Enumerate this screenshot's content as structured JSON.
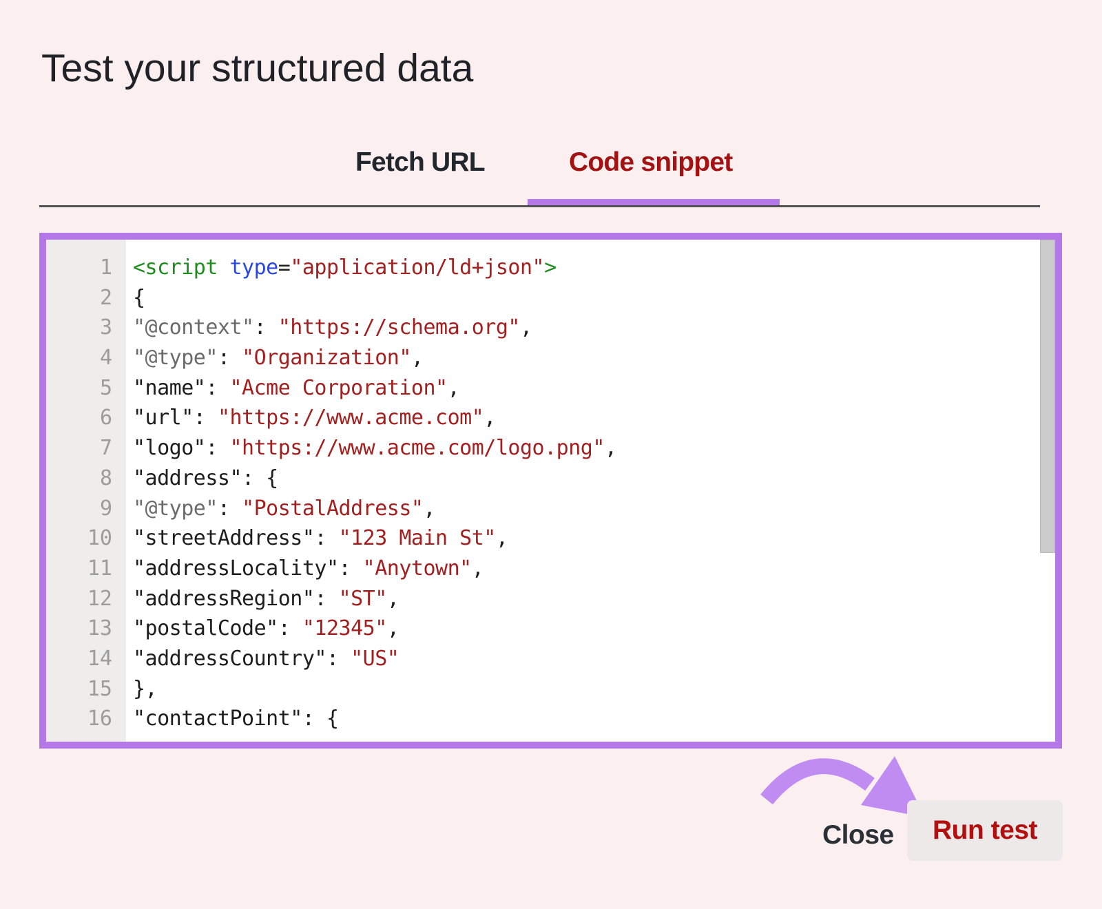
{
  "page": {
    "title": "Test your structured data"
  },
  "tabs": [
    {
      "label": "Fetch URL",
      "active": false
    },
    {
      "label": "Code snippet",
      "active": true
    }
  ],
  "editor": {
    "token_colors": {
      "tag": "#1e8b1e",
      "attr": "#2946e0",
      "str": "#a32020",
      "key": "#1d1d1d",
      "akey": "#6b6b6b",
      "plain": "#1d1d1d"
    },
    "lines": [
      {
        "num": 1,
        "tokens": [
          [
            "tag",
            "<script "
          ],
          [
            "attr",
            "type"
          ],
          [
            "plain",
            "="
          ],
          [
            "str",
            "\"application/ld+json\""
          ],
          [
            "tag",
            ">"
          ]
        ]
      },
      {
        "num": 2,
        "tokens": [
          [
            "plain",
            "{"
          ]
        ]
      },
      {
        "num": 3,
        "tokens": [
          [
            "akey",
            "\"@context\""
          ],
          [
            "plain",
            ": "
          ],
          [
            "str",
            "\"https://schema.org\""
          ],
          [
            "plain",
            ","
          ]
        ]
      },
      {
        "num": 4,
        "tokens": [
          [
            "akey",
            "\"@type\""
          ],
          [
            "plain",
            ": "
          ],
          [
            "str",
            "\"Organization\""
          ],
          [
            "plain",
            ","
          ]
        ]
      },
      {
        "num": 5,
        "tokens": [
          [
            "key",
            "\"name\""
          ],
          [
            "plain",
            ": "
          ],
          [
            "str",
            "\"Acme Corporation\""
          ],
          [
            "plain",
            ","
          ]
        ]
      },
      {
        "num": 6,
        "tokens": [
          [
            "key",
            "\"url\""
          ],
          [
            "plain",
            ": "
          ],
          [
            "str",
            "\"https://www.acme.com\""
          ],
          [
            "plain",
            ","
          ]
        ]
      },
      {
        "num": 7,
        "tokens": [
          [
            "key",
            "\"logo\""
          ],
          [
            "plain",
            ": "
          ],
          [
            "str",
            "\"https://www.acme.com/logo.png\""
          ],
          [
            "plain",
            ","
          ]
        ]
      },
      {
        "num": 8,
        "tokens": [
          [
            "key",
            "\"address\""
          ],
          [
            "plain",
            ": {"
          ]
        ]
      },
      {
        "num": 9,
        "tokens": [
          [
            "akey",
            "\"@type\""
          ],
          [
            "plain",
            ": "
          ],
          [
            "str",
            "\"PostalAddress\""
          ],
          [
            "plain",
            ","
          ]
        ]
      },
      {
        "num": 10,
        "tokens": [
          [
            "key",
            "\"streetAddress\""
          ],
          [
            "plain",
            ": "
          ],
          [
            "str",
            "\"123 Main St\""
          ],
          [
            "plain",
            ","
          ]
        ]
      },
      {
        "num": 11,
        "tokens": [
          [
            "key",
            "\"addressLocality\""
          ],
          [
            "plain",
            ": "
          ],
          [
            "str",
            "\"Anytown\""
          ],
          [
            "plain",
            ","
          ]
        ]
      },
      {
        "num": 12,
        "tokens": [
          [
            "key",
            "\"addressRegion\""
          ],
          [
            "plain",
            ": "
          ],
          [
            "str",
            "\"ST\""
          ],
          [
            "plain",
            ","
          ]
        ]
      },
      {
        "num": 13,
        "tokens": [
          [
            "key",
            "\"postalCode\""
          ],
          [
            "plain",
            ": "
          ],
          [
            "str",
            "\"12345\""
          ],
          [
            "plain",
            ","
          ]
        ]
      },
      {
        "num": 14,
        "tokens": [
          [
            "key",
            "\"addressCountry\""
          ],
          [
            "plain",
            ": "
          ],
          [
            "str",
            "\"US\""
          ]
        ]
      },
      {
        "num": 15,
        "tokens": [
          [
            "plain",
            "},"
          ]
        ]
      },
      {
        "num": 16,
        "tokens": [
          [
            "key",
            "\"contactPoint\""
          ],
          [
            "plain",
            ": {"
          ]
        ]
      }
    ]
  },
  "actions": {
    "close_label": "Close",
    "run_test_label": "Run test"
  },
  "icons": {
    "arrow": "curved-arrow-icon"
  },
  "colors": {
    "background": "#fbf0ef",
    "accent_purple": "#b478e8",
    "arrow_purple": "#c18cf1",
    "active_tab_red": "#a31212",
    "run_test_red": "#b30f0f",
    "divider_gray": "#515151",
    "gutter_gray": "#eeedec",
    "scrollbar_gray": "#cbcbcb"
  }
}
